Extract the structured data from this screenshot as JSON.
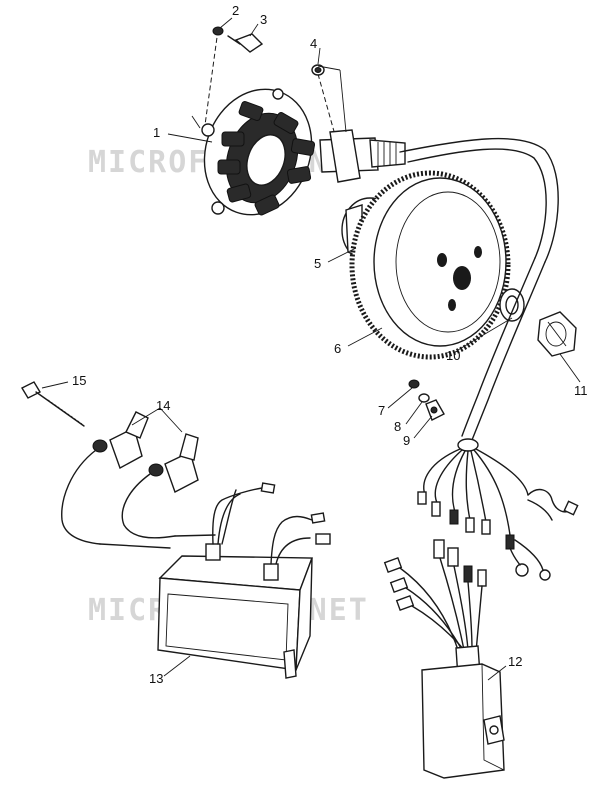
{
  "diagram": {
    "watermark_top": "MICROFICHE.NET",
    "watermark_bottom": "MICROFICHE.NET",
    "callouts": [
      "1",
      "2",
      "3",
      "4",
      "5",
      "6",
      "7",
      "8",
      "9",
      "10",
      "11",
      "12",
      "13",
      "14",
      "15"
    ],
    "colors": {
      "line": "#1a1a1a",
      "background": "#ffffff",
      "watermark": "#d6d6d6"
    }
  }
}
